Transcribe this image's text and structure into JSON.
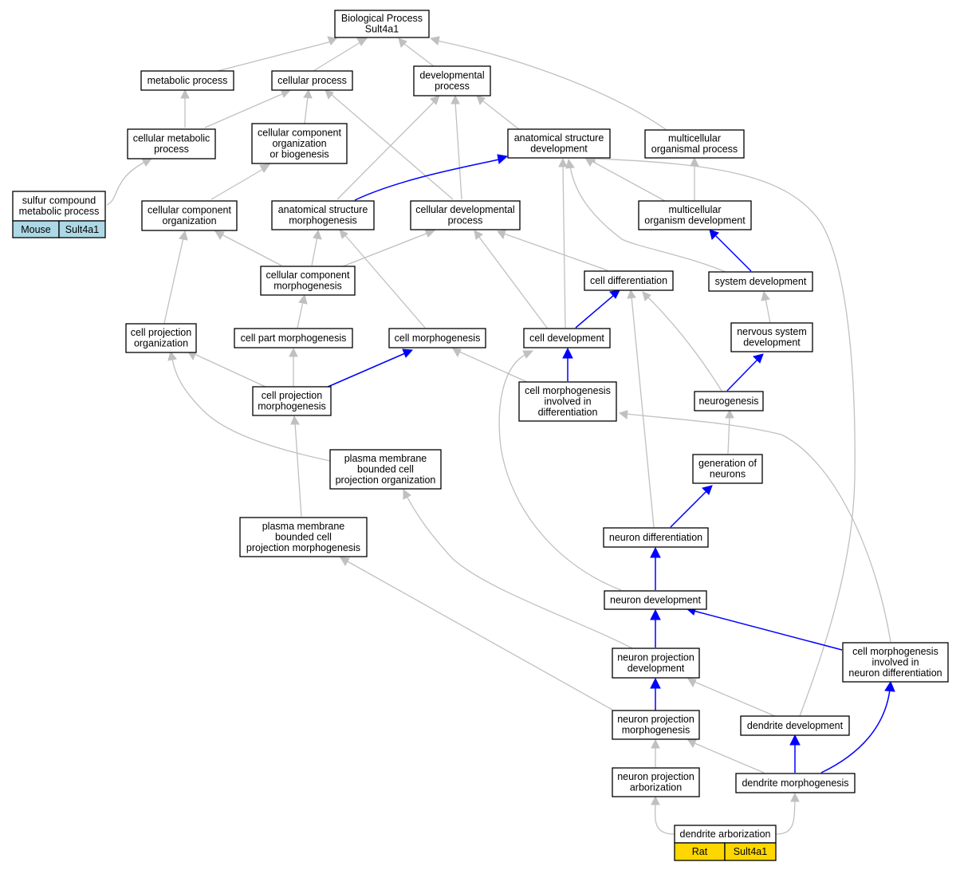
{
  "colors": {
    "edge_default": "#c0c0c0",
    "edge_highlight": "#0000ff",
    "mouse_tag": "#add8e6",
    "rat_tag": "#ffd700"
  },
  "nodes": {
    "biological_process": [
      "Biological Process",
      "Sult4a1"
    ],
    "metabolic_process": [
      "metabolic process"
    ],
    "cellular_process": [
      "cellular process"
    ],
    "developmental_process": [
      "developmental",
      "process"
    ],
    "cellular_metabolic_process": [
      "cellular metabolic",
      "process"
    ],
    "ccobg": [
      "cellular component",
      "organization",
      "or biogenesis"
    ],
    "anatomical_structure_development": [
      "anatomical structure",
      "development"
    ],
    "multicellular_organismal_process": [
      "multicellular",
      "organismal process"
    ],
    "sulfur_compound": [
      "sulfur compound",
      "metabolic process"
    ],
    "cellular_component_organization": [
      "cellular component",
      "organization"
    ],
    "anatomical_structure_morphogenesis": [
      "anatomical structure",
      "morphogenesis"
    ],
    "cellular_developmental_process": [
      "cellular developmental",
      "process"
    ],
    "multicellular_organism_development": [
      "multicellular",
      "organism development"
    ],
    "cellular_component_morphogenesis": [
      "cellular component",
      "morphogenesis"
    ],
    "cell_differentiation": [
      "cell differentiation"
    ],
    "system_development": [
      "system development"
    ],
    "cell_projection_organization": [
      "cell projection",
      "organization"
    ],
    "cell_part_morphogenesis": [
      "cell part morphogenesis"
    ],
    "cell_morphogenesis": [
      "cell morphogenesis"
    ],
    "cell_development": [
      "cell development"
    ],
    "nervous_system_development": [
      "nervous system",
      "development"
    ],
    "cell_projection_morphogenesis": [
      "cell projection",
      "morphogenesis"
    ],
    "cmid": [
      "cell morphogenesis",
      "involved in",
      "differentiation"
    ],
    "neurogenesis": [
      "neurogenesis"
    ],
    "pmbcpo": [
      "plasma membrane",
      "bounded cell",
      "projection organization"
    ],
    "generation_of_neurons": [
      "generation of",
      "neurons"
    ],
    "pmbcpm": [
      "plasma membrane",
      "bounded cell",
      "projection morphogenesis"
    ],
    "neuron_differentiation": [
      "neuron differentiation"
    ],
    "neuron_development": [
      "neuron development"
    ],
    "neuron_projection_development": [
      "neuron projection",
      "development"
    ],
    "cmind": [
      "cell morphogenesis",
      "involved in",
      "neuron differentiation"
    ],
    "neuron_projection_morphogenesis": [
      "neuron projection",
      "morphogenesis"
    ],
    "dendrite_development": [
      "dendrite development"
    ],
    "neuron_projection_arborization": [
      "neuron projection",
      "arborization"
    ],
    "dendrite_morphogenesis": [
      "dendrite morphogenesis"
    ],
    "dendrite_arborization": [
      "dendrite arborization"
    ]
  },
  "tags": {
    "mouse": {
      "species": "Mouse",
      "gene": "Sult4a1"
    },
    "rat": {
      "species": "Rat",
      "gene": "Sult4a1"
    }
  }
}
